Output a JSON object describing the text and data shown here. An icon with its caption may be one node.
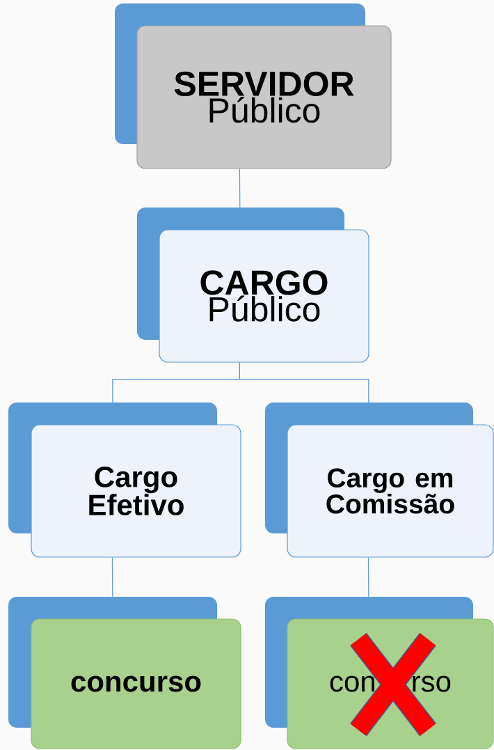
{
  "diagram": {
    "nodes": [
      {
        "text": [
          "SERVIDOR",
          "Público"
        ]
      },
      {
        "text": [
          "CARGO",
          "Público"
        ]
      },
      {
        "text": [
          "Cargo Efetivo"
        ]
      },
      {
        "text": [
          "Cargo em Comissão"
        ]
      },
      {
        "text": [
          "concurso"
        ]
      },
      {
        "text": [
          "con",
          "rso"
        ]
      }
    ],
    "edges": [
      {
        "from": 0,
        "to": 1,
        "arrow": "none"
      },
      {
        "from": 1,
        "to": 2,
        "arrow": "none"
      },
      {
        "from": 1,
        "to": 3,
        "arrow": "none"
      },
      {
        "from": 2,
        "to": 4,
        "arrow": "none"
      },
      {
        "from": 3,
        "to": 5,
        "arrow": "none"
      }
    ]
  }
}
